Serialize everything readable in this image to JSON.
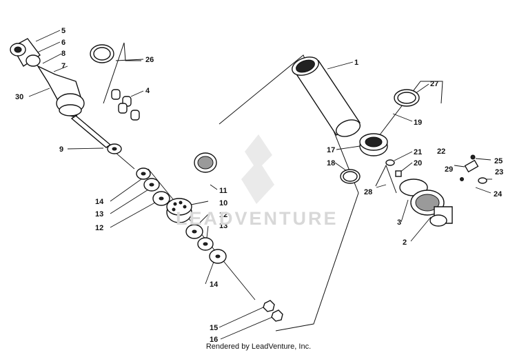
{
  "diagram": {
    "callouts": {
      "c1": "1",
      "c2": "2",
      "c3": "3",
      "c4": "4",
      "c5": "5",
      "c6": "6",
      "c7": "7",
      "c8": "8",
      "c9": "9",
      "c10": "10",
      "c11": "11",
      "c12a": "12",
      "c12b": "12",
      "c13a": "13",
      "c13b": "13",
      "c14a": "14",
      "c14b": "14",
      "c15": "15",
      "c16": "16",
      "c17": "17",
      "c18": "18",
      "c19": "19",
      "c20": "20",
      "c21": "21",
      "c22": "22",
      "c23": "23",
      "c24": "24",
      "c25": "25",
      "c26": "26",
      "c27": "27",
      "c28": "28",
      "c29": "29",
      "c30": "30"
    }
  },
  "watermark": {
    "text": "LEADVENTURE"
  },
  "footer": {
    "text": "Rendered by LeadVenture, Inc."
  }
}
